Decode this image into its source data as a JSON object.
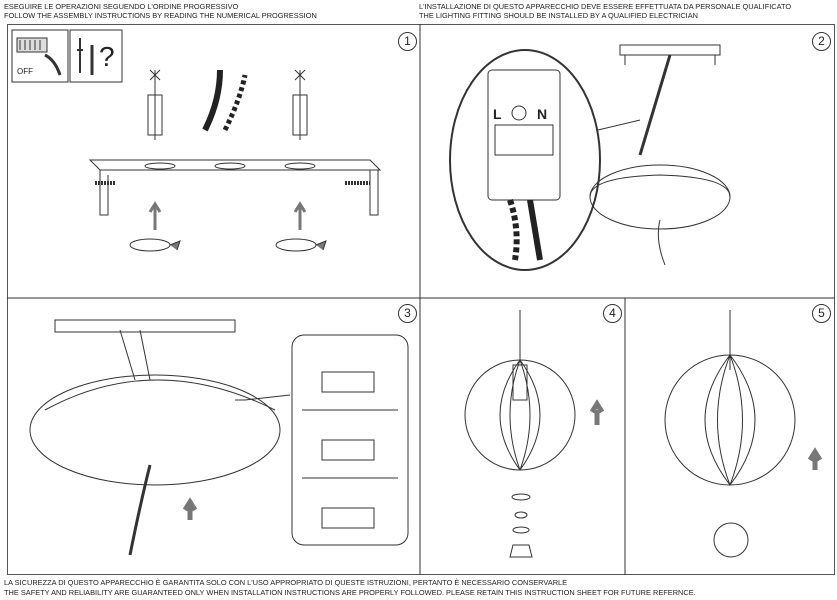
{
  "header": {
    "left_line1": "ESEGUIRE LE OPERAZIONI SEGUENDO L'ORDINE PROGRESSIVO",
    "left_line2": "FOLLOW THE ASSEMBLY INSTRUCTIONS BY READING THE NUMERICAL PROGRESSION",
    "right_line1": "L'INSTALLAZIONE DI QUESTO APPARECCHIO DEVE ESSERE EFFETTUATA DA PERSONALE QUALIFICATO",
    "right_line2": "THE LIGHTING FITTING SHOULD BE INSTALLED BY A QUALIFIED ELECTRICIAN"
  },
  "footer": {
    "line1": "LA SICUREZZA DI QUESTO APPARECCHIO È GARANTITA SOLO CON L'USO APPROPRIATO DI QUESTE ISTRUZIONI, PERTANTO È NECESSARIO CONSERVARLE",
    "line2": "THE SAFETY AND RELIABILITY ARE GUARANTEED ONLY WHEN INSTALLATION INSTRUCTIONS ARE PROPERLY FOLLOWED. PLEASE RETAIN THIS INSTRUCTION SHEET FOR FUTURE REFERNCE."
  },
  "steps": [
    {
      "number": "1"
    },
    {
      "number": "2",
      "terminal_labels": [
        "L",
        "N"
      ]
    },
    {
      "number": "3"
    },
    {
      "number": "4"
    },
    {
      "number": "5"
    }
  ],
  "warning_icons": {
    "off_label": "OFF",
    "tools_label": "?"
  }
}
